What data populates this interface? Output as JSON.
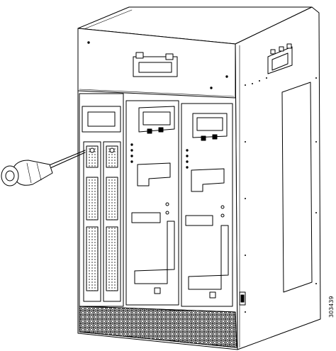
{
  "figure": {
    "figure_id": "303439",
    "components": [
      "chassis-top-module",
      "chassis-top-handle",
      "chassis-side-handle",
      "side-panel-window",
      "fan-tray-slot-1",
      "fan-tray-slot-2",
      "power-supply-module-1",
      "power-supply-module-2",
      "air-intake-grille",
      "screwdriver-icon"
    ]
  }
}
